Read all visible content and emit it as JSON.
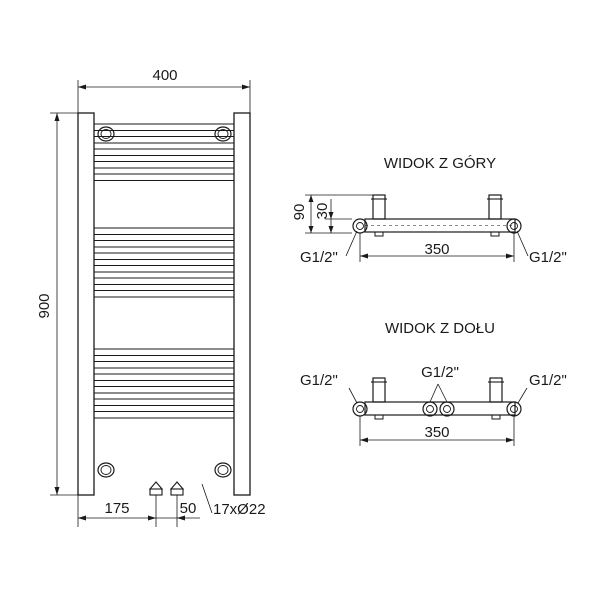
{
  "front_view": {
    "width_label": "400",
    "height_label": "900",
    "left_offset_label": "175",
    "valve_spacing_label": "50",
    "tube_spec_label": "17xØ22"
  },
  "top_view": {
    "title": "WIDOK Z GÓRY",
    "depth_total_label": "90",
    "depth_pipe_label": "30",
    "spacing_label": "350",
    "left_thread_label": "G1/2\"",
    "right_thread_label": "G1/2\""
  },
  "bottom_view": {
    "title": "WIDOK Z DOŁU",
    "spacing_label": "350",
    "left_thread_label": "G1/2\"",
    "center_thread_label": "G1/2\"",
    "right_thread_label": "G1/2\""
  }
}
